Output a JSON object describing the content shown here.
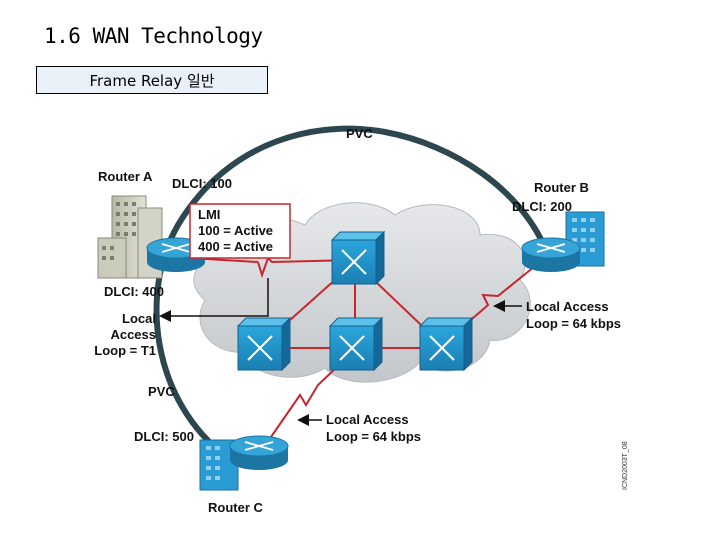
{
  "slide": {
    "title": "1.6 WAN Technology",
    "subtitle": "Frame Relay 일반"
  },
  "diagram": {
    "pvc_top": "PVC",
    "pvc_left": "PVC",
    "router_a": {
      "name": "Router A",
      "dlci_100": "DLCI: 100",
      "dlci_400": "DLCI: 400",
      "lmi_title": "LMI",
      "lmi_line1": "100 = Active",
      "lmi_line2": "400 = Active",
      "access_line1": "Local",
      "access_line2": "Access",
      "access_line3": "Loop = T1"
    },
    "router_b": {
      "name": "Router B",
      "dlci": "DLCI: 200",
      "access_line1": "Local Access",
      "access_line2": "Loop = 64 kbps"
    },
    "router_c": {
      "name": "Router C",
      "dlci": "DLCI: 500",
      "access_line1": "Local Access",
      "access_line2": "Loop = 64 kbps"
    },
    "figure_id": "ICND2003T_08",
    "colors": {
      "pvc_arc": "#2e4650",
      "cloud": "#c9cdd1",
      "link": "#c8262e",
      "switch": "#1f93c9",
      "router": "#2a8fc2",
      "lmi_border": "#c8262e"
    }
  }
}
